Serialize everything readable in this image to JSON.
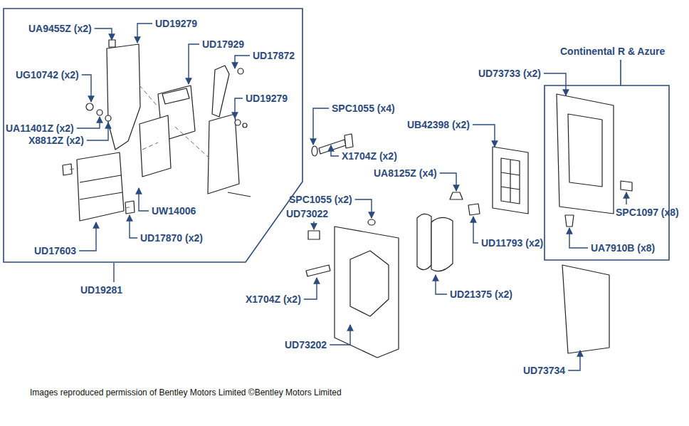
{
  "diagram": {
    "caption": "Images reproduced permission of Bentley Motors Limited ©Bentley Motors Limited",
    "labels": [
      "UA9455Z (x2)",
      "UD19279",
      "UD17929",
      "UD17872",
      "UG10742 (x2)",
      "UD19279",
      "UA11401Z (x2)",
      "X8812Z (x2)",
      "SPC1055 (x4)",
      "X1704Z (x2)",
      "UW14006",
      "UD17870 (x2)",
      "UD17603",
      "UD19281",
      "SPC1055 (x2)",
      "UD73022",
      "UB42398 (x2)",
      "UA8125Z (x4)",
      "UD11793 (x2)",
      "X1704Z (x2)",
      "UD73202",
      "UD21375 (x2)",
      "Continental R & Azure",
      "UD73733 (x2)",
      "SPC1097 (x8)",
      "UA7910B (x8)",
      "UD73734"
    ]
  }
}
